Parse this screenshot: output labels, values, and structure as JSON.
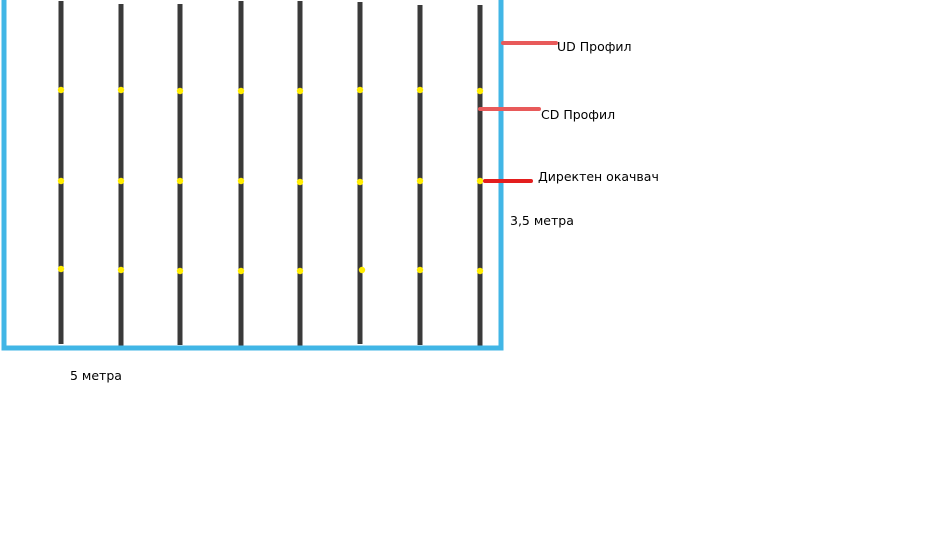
{
  "diagram": {
    "profile_count": 8,
    "hanger_rows": 3,
    "colors": {
      "frame": "#41b6e6",
      "profile": "#3a3a3a",
      "hanger": "#ffec00",
      "ud_marker": "#e85a5a",
      "cd_marker": "#e85a5a",
      "hanger_marker": "#e31e1e"
    }
  },
  "legend": {
    "ud_profile": "UD Профил",
    "cd_profile": "CD Профил",
    "direct_hanger": "Директен окачвач"
  },
  "dimensions": {
    "height": "3,5 метра",
    "width": "5 метра"
  }
}
